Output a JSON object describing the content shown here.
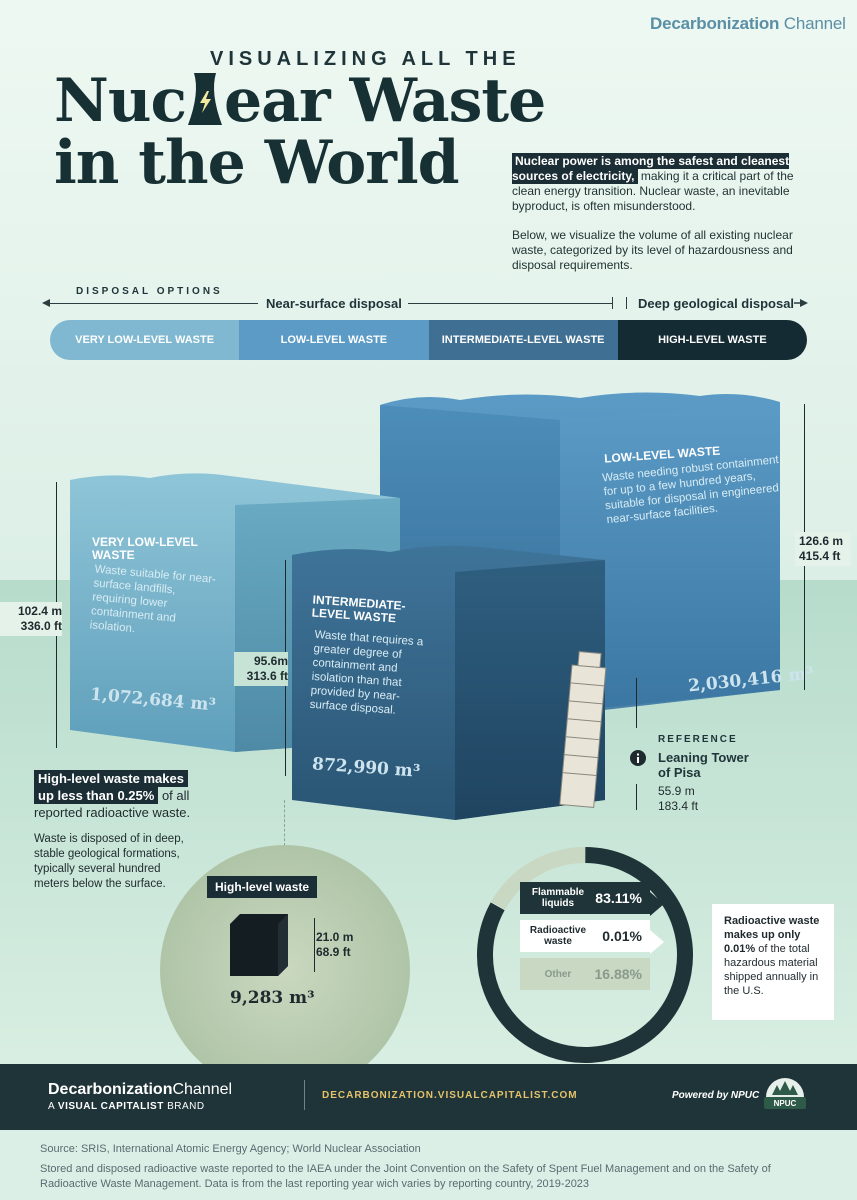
{
  "brand": {
    "name_bold": "Decarbonization",
    "name_light": "Channel"
  },
  "header": {
    "eyebrow": "VISUALIZING ALL THE",
    "title_line1_a": "Nuc",
    "title_line1_b": "ear Waste",
    "title_line2": "in the World"
  },
  "intro": {
    "highlight": "Nuclear power is among the safest and cleanest sources of electricity,",
    "rest": " making it a critical part of the clean energy transition. Nuclear waste, an inevitable byproduct, is often misunderstood.",
    "para2": "Below, we visualize the volume of all existing nuclear waste, categorized by its level of hazardousness and disposal requirements."
  },
  "disposal": {
    "label": "DISPOSAL OPTIONS",
    "near": "Near-surface disposal",
    "deep": "Deep geological disposal",
    "categories": [
      "VERY LOW-LEVEL WASTE",
      "LOW-LEVEL WASTE",
      "INTERMEDIATE-LEVEL WASTE",
      "HIGH-LEVEL WASTE"
    ],
    "colors": [
      "#7fb8d0",
      "#5b9bc6",
      "#3f6f92",
      "#152b33"
    ]
  },
  "cubes": {
    "vllw": {
      "label": "VERY LOW-LEVEL WASTE",
      "desc": "Waste suitable for near-surface landfills, requiring lower containment and isolation.",
      "volume": "1,072,684 m³",
      "height_m": "102.4 m",
      "height_ft": "336.0 ft"
    },
    "llw": {
      "label": "LOW-LEVEL WASTE",
      "desc": "Waste needing robust containment for up to a few hundred years, suitable for disposal in engineered near-surface facilities.",
      "volume": "2,030,416 m³",
      "height_m": "126.6 m",
      "height_ft": "415.4 ft"
    },
    "ilw": {
      "label": "INTERMEDIATE-LEVEL WASTE",
      "desc": "Waste that requires a greater degree of containment and isolation than that provided by near-surface disposal.",
      "volume": "872,990 m³",
      "height_m": "95.6m",
      "height_ft": "313.6 ft"
    }
  },
  "reference": {
    "small": "REFERENCE",
    "name": "Leaning Tower of Pisa",
    "height_m": "55.9 m",
    "height_ft": "183.4 ft"
  },
  "hlw": {
    "head_hl_1": "High-level waste makes",
    "head_hl_2": "up less than 0.25%",
    "head_rest": " of all reported radioactive waste.",
    "text": "Waste is disposed of in deep, stable geological formations, typically several hundred meters below the surface.",
    "badge": "High-level waste",
    "size_m": "21.0 m",
    "size_ft": "68.9 ft",
    "volume": "9,283 m³"
  },
  "chart_data": {
    "type": "pie",
    "categories": [
      "Flammable liquids",
      "Radioactive waste",
      "Other"
    ],
    "values": [
      83.11,
      0.01,
      16.88
    ],
    "value_labels": [
      "83.11%",
      "0.01%",
      "16.88%"
    ],
    "colors": [
      "#1f3438",
      "#ffffff",
      "#c9d8c2"
    ]
  },
  "note": {
    "text_a": "Radioactive waste makes up only ",
    "bold": "0.01%",
    "text_b": " of the total hazardous material shipped annually in the U.S."
  },
  "footer": {
    "brand_bold": "Decarbonization",
    "brand_light": "Channel",
    "sub_a": "A ",
    "sub_b": "VISUAL CAPITALIST",
    "sub_c": " BRAND",
    "url": "DECARBONIZATION.VISUALCAPITALIST.COM",
    "powered": "Powered by NPUC",
    "logo_text": "NPUC"
  },
  "sources": {
    "line1": "Source: SRIS, International Atomic Energy Agency; World Nuclear Association",
    "line2": "Stored and disposed radioactive waste reported to the IAEA under the Joint Convention on the Safety of Spent Fuel Management and on the Safety of Radioactive Waste Management. Data is from the last reporting year wich varies by reporting country, 2019-2023"
  }
}
